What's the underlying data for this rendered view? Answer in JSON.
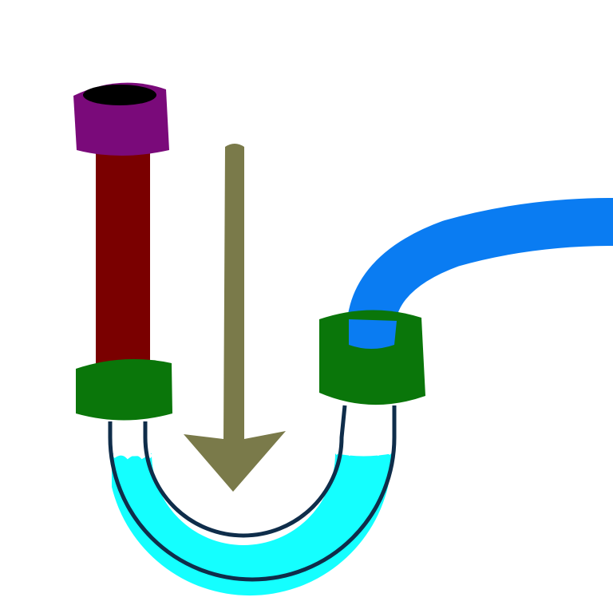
{
  "diagram": {
    "kind": "p-trap drain illustration",
    "labels": [],
    "parts": [
      {
        "id": "tailpiece-cap",
        "role": "drain opening cap"
      },
      {
        "id": "tailpiece-pipe",
        "role": "vertical inlet pipe"
      },
      {
        "id": "left-coupling",
        "role": "slip-nut coupling"
      },
      {
        "id": "u-trap",
        "role": "U-bend holding water seal"
      },
      {
        "id": "trap-water",
        "role": "standing water in trap"
      },
      {
        "id": "right-coupling",
        "role": "slip-nut coupling"
      },
      {
        "id": "drain-arm",
        "role": "outlet pipe to wall"
      },
      {
        "id": "flow-arrow",
        "role": "direction of water flow (downward)"
      }
    ]
  },
  "colors": {
    "background": "#ffffff",
    "cap": "#7a0a7a",
    "cap_opening": "#000000",
    "pipe": "#7a0000",
    "coupling": "#0a760a",
    "trap_outline": "#0f2d4a",
    "water": "#14ffff",
    "water_foam": "#ffffff",
    "drain_arm": "#0a7cf2",
    "arrow": "#7a7a4a"
  }
}
